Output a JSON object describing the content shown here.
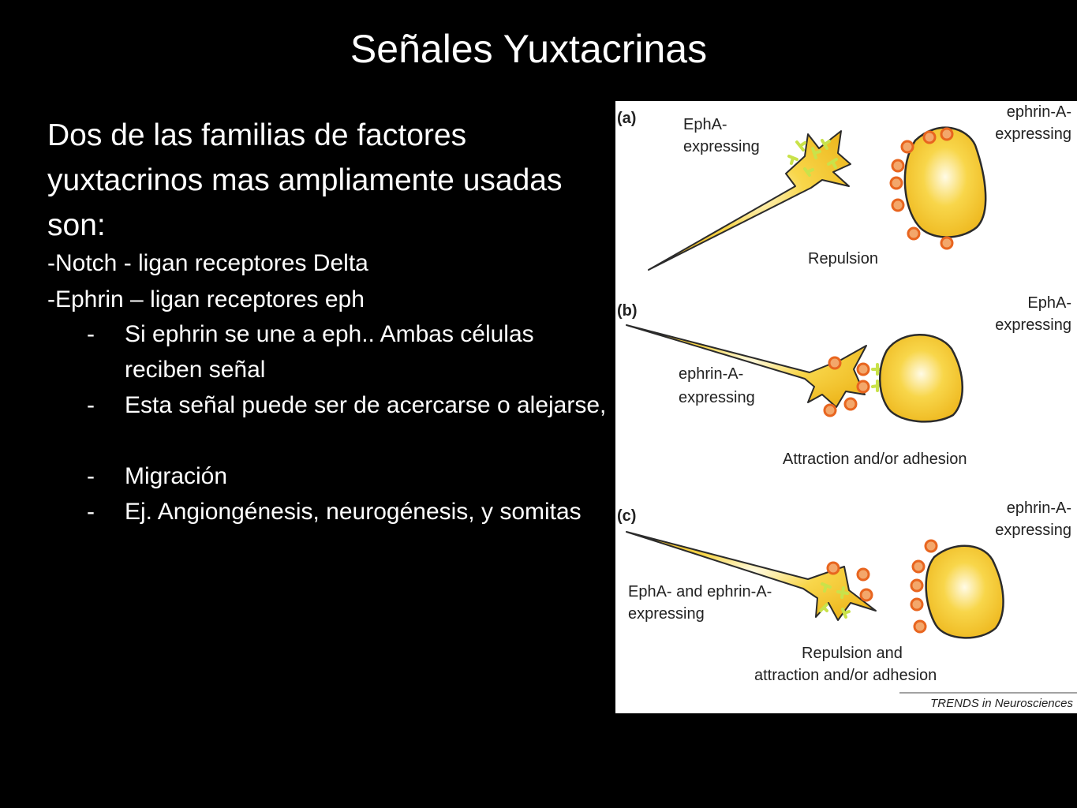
{
  "slide": {
    "title": "Señales Yuxtacrinas",
    "lead": "Dos de las familias de factores yuxtacrinos mas ampliamente usadas son:",
    "items": [
      "-Notch -  ligan receptores Delta",
      "-Ephrin – ligan receptores eph"
    ],
    "subitems": [
      {
        "dash": "-",
        "text": "Si ephrin se une a eph.. Ambas células reciben señal"
      },
      {
        "dash": "-",
        "text": "Esta señal puede ser de acercarse o alejarse,"
      },
      {
        "dash": "-",
        "text": "Migración"
      },
      {
        "dash": "-",
        "text": "Ej. Angiongénesis, neurogénesis,  y somitas"
      }
    ]
  },
  "figure": {
    "panel_a": {
      "tag": "(a)",
      "left_label": [
        "EphA-",
        "expressing"
      ],
      "right_label": [
        "ephrin-A-",
        "expressing"
      ],
      "caption": "Repulsion"
    },
    "panel_b": {
      "tag": "(b)",
      "left_label": [
        "ephrin-A-",
        "expressing"
      ],
      "right_label": [
        "EphA-",
        "expressing"
      ],
      "caption": "Attraction and/or adhesion"
    },
    "panel_c": {
      "tag": "(c)",
      "left_label": [
        "EphA- and ephrin-A-",
        "expressing"
      ],
      "right_label": [
        "ephrin-A-",
        "expressing"
      ],
      "caption": [
        "Repulsion and",
        "attraction and/or adhesion"
      ]
    },
    "credit": "TRENDS in Neurosciences"
  },
  "colors": {
    "background": "#000000",
    "text": "#ffffff",
    "cell_fill": "#f6c52c",
    "cell_stroke": "#2b2b2b",
    "ligand": "#e8651f",
    "receptor": "#c9e24a"
  }
}
